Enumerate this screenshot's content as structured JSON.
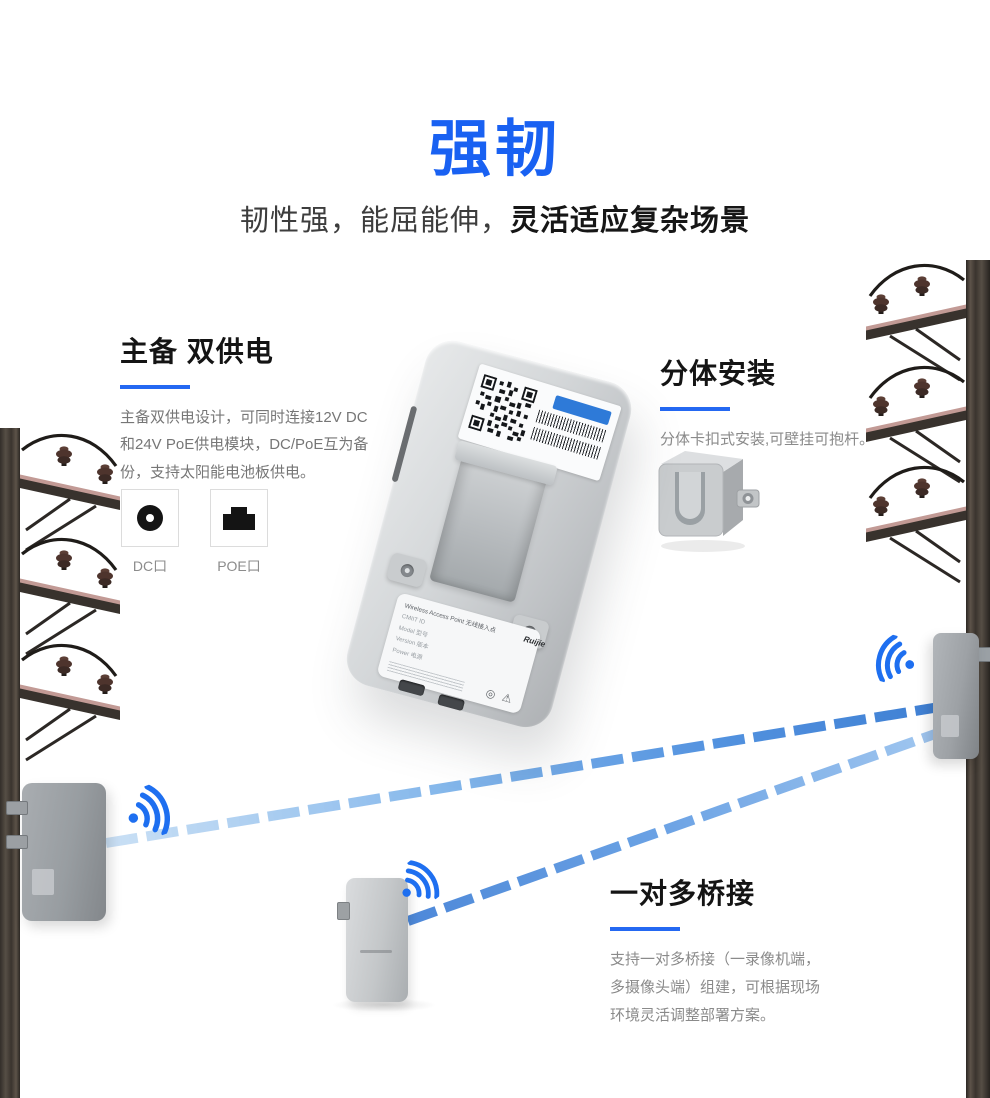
{
  "hero": {
    "title": "强韧",
    "subtitle_regular": "韧性强，能屈能伸，",
    "subtitle_bold": "灵活适应复杂场景"
  },
  "features": {
    "dual_power": {
      "heading": "主备 双供电",
      "body": "主备双供电设计，可同时连接12V DC和24V PoE供电模块，DC/PoE互为备份，支持太阳能电池板供电。",
      "ports": [
        {
          "label": "DC口",
          "icon": "dc-jack-icon"
        },
        {
          "label": "POE口",
          "icon": "rj45-port-icon"
        }
      ]
    },
    "split_mount": {
      "heading": "分体安装",
      "body": "分体卡扣式安装,可壁挂可抱杆。"
    },
    "bridge": {
      "heading": "一对多桥接",
      "body": "支持一对多桥接（一录像机端，多摄像头端）组建，可根据现场环境灵活调整部署方案。"
    }
  },
  "product_label": {
    "title": "Wireless Access Point 无线接入点",
    "brand": "Ruijie",
    "rows": [
      "CMIIT ID",
      "Model 型号",
      "Version 版本",
      "Power 电源"
    ]
  },
  "icons": [
    "wifi-signal-icon",
    "qr-code",
    "barcode",
    "dc-jack-icon",
    "rj45-port-icon"
  ],
  "colors": {
    "accent_blue": "#1961F2",
    "underline_blue": "#2468F2",
    "beam_blue": "#4489DD",
    "wifi_blue": "#1E6FF0"
  }
}
